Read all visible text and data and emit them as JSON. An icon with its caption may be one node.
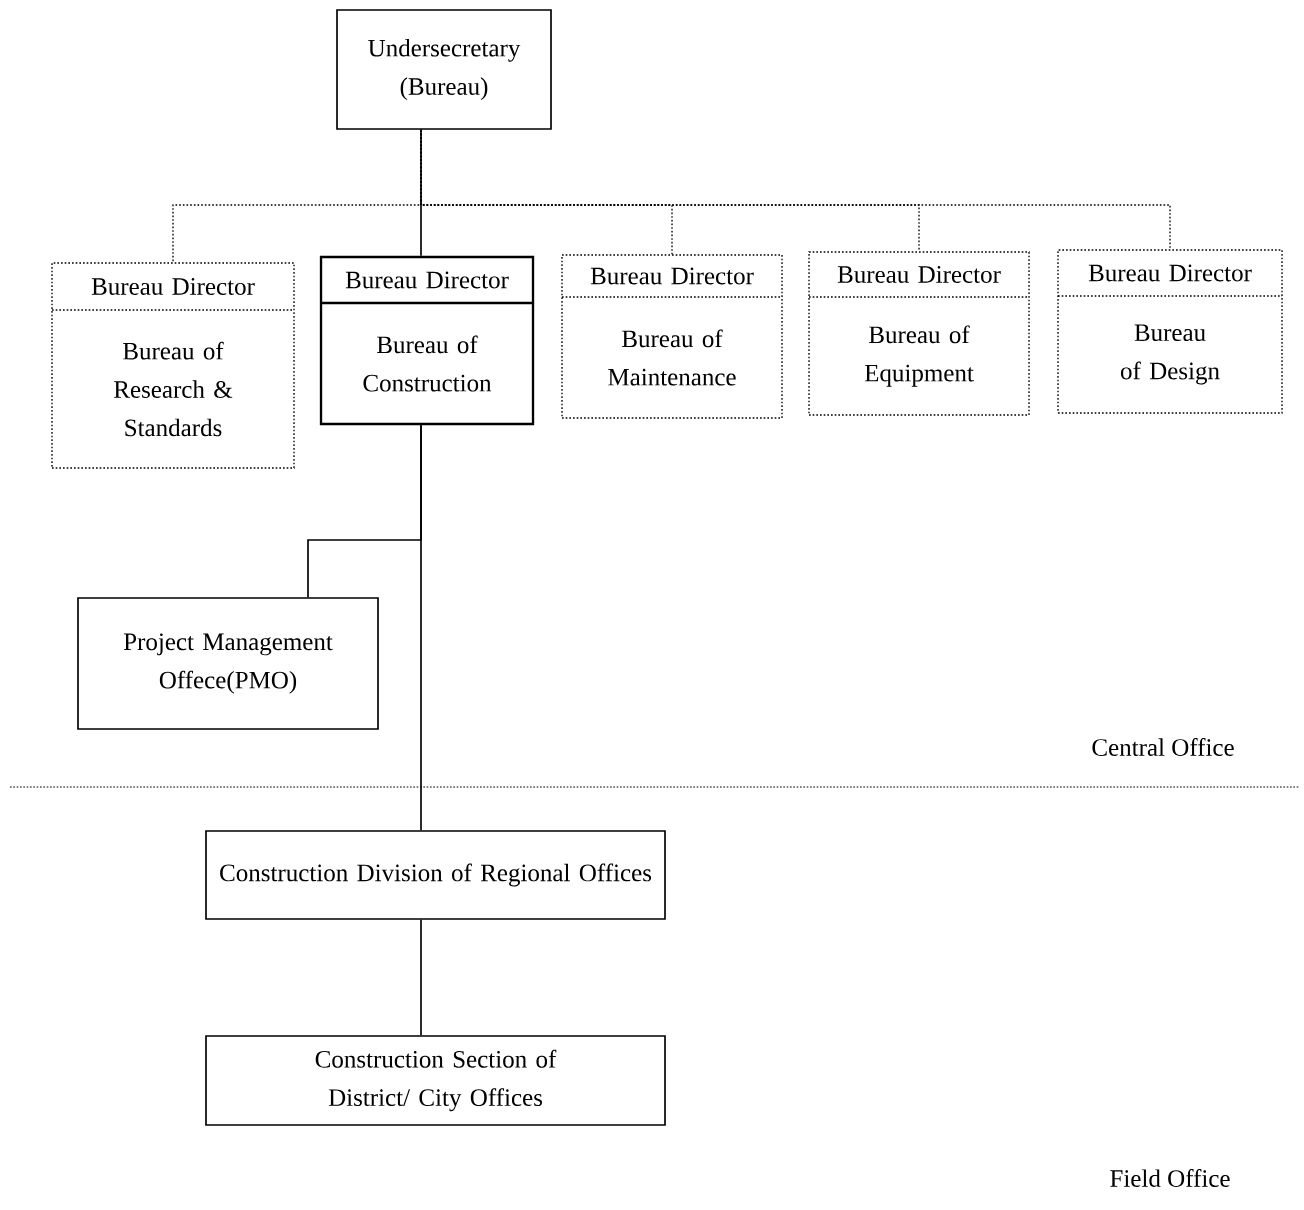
{
  "diagram": {
    "nodes": [
      {
        "text": [
          "Undersecretary (Bureau)"
        ]
      },
      {
        "text": [
          "Bureau Director",
          "Bureau of Research & Standards"
        ]
      },
      {
        "text": [
          "Bureau Director",
          "Bureau of Construction"
        ]
      },
      {
        "text": [
          "Bureau Director",
          "Bureau of Maintenance"
        ]
      },
      {
        "text": [
          "Bureau Director",
          "Bureau of Equipment"
        ]
      },
      {
        "text": [
          "Bureau Director",
          "Bureau of Design"
        ]
      },
      {
        "text": [
          "Project Management Offece(PMO)"
        ]
      },
      {
        "text": [
          "Construction Division of Regional Offices"
        ]
      },
      {
        "text": [
          "Construction Section of District/ City Offices"
        ]
      }
    ],
    "edges": [
      {
        "from": 0,
        "to": 2,
        "arrow": "none"
      },
      {
        "from": 0,
        "to": 1,
        "arrow": "none",
        "style": "dashed"
      },
      {
        "from": 0,
        "to": 3,
        "arrow": "none",
        "style": "dashed"
      },
      {
        "from": 0,
        "to": 4,
        "arrow": "none",
        "style": "dashed"
      },
      {
        "from": 0,
        "to": 5,
        "arrow": "none",
        "style": "dashed"
      },
      {
        "from": 2,
        "to": 6,
        "arrow": "none"
      },
      {
        "from": 2,
        "to": 7,
        "arrow": "none"
      },
      {
        "from": 7,
        "to": 8,
        "arrow": "none"
      }
    ],
    "labels": [
      "Central Office",
      "Field Office"
    ]
  }
}
